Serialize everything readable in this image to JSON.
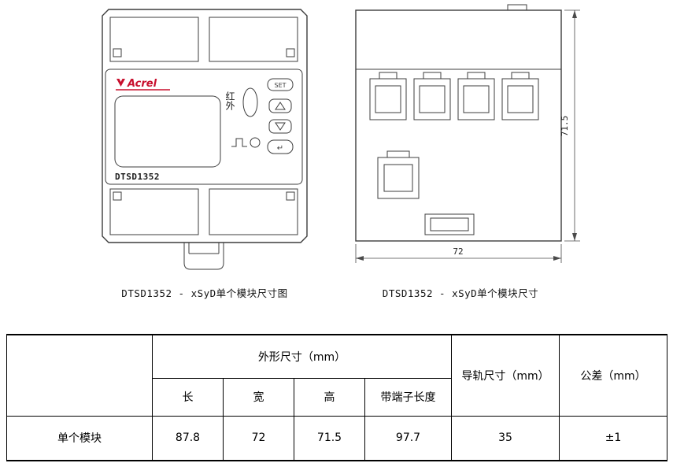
{
  "front_view": {
    "brand": "Acrel",
    "infrared_label": "红外",
    "buttons": {
      "set": "SET",
      "enter_symbol": "↵"
    },
    "model": "DTSD1352",
    "caption": "DTSD1352 - xSyD单个模块尺寸图"
  },
  "side_view": {
    "height_dim": "71.5",
    "width_dim": "72",
    "caption": "DTSD1352 - xSyD单个模块尺寸"
  },
  "icons": {
    "acrel_logo": "red-brand-mark",
    "up_button": "triangle-up-outline",
    "down_button": "triangle-down-outline",
    "enter_button": "↵",
    "pulse_indicator": "square-wave",
    "ir_window": "oval-lens"
  },
  "table": {
    "corner_label": "",
    "group_header": "外形尺寸（mm）",
    "sub_headers": [
      "长",
      "宽",
      "高",
      "带端子长度"
    ],
    "rail_header": "导轨尺寸（mm）",
    "tolerance_header": "公差（mm）",
    "rows": [
      {
        "label": "单个模块",
        "length": "87.8",
        "width": "72",
        "height": "71.5",
        "terminal_length": "97.7",
        "rail": "35",
        "tolerance": "±1"
      }
    ]
  },
  "colors": {
    "brand_red": "#c8102e",
    "line": "#3d3d3d"
  }
}
